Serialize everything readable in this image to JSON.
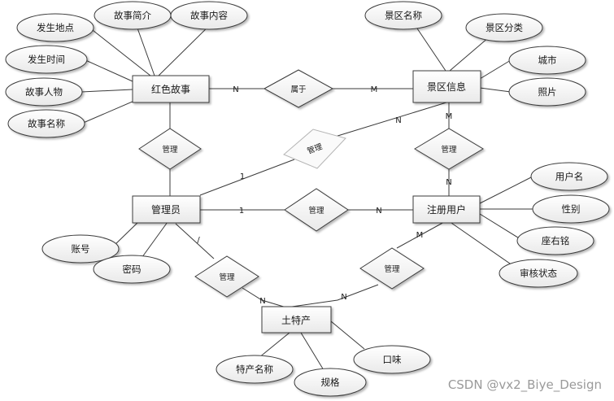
{
  "entities": {
    "red_story": "红色故事",
    "scenic_info": "景区信息",
    "admin": "管理员",
    "registered_user": "注册用户",
    "local_product": "土特产"
  },
  "attributes": {
    "story_intro": "故事简介",
    "story_content": "故事内容",
    "location": "发生地点",
    "time": "发生时间",
    "characters": "故事人物",
    "story_name": "故事名称",
    "scenic_name": "景区名称",
    "scenic_category": "景区分类",
    "city": "城市",
    "photo": "照片",
    "username": "用户名",
    "gender": "性别",
    "motto": "座右铭",
    "review_status": "审核状态",
    "account": "账号",
    "password": "密码",
    "product_name": "特产名称",
    "spec": "规格",
    "taste": "口味"
  },
  "relationships": {
    "belongs": "属于",
    "admin_story": "管理",
    "admin_scenic": "管理",
    "user_scenic": "管理",
    "admin_user": "管理",
    "admin_product": "管理",
    "user_product": "管理"
  },
  "cardinalities": {
    "N": "N",
    "M": "M",
    "one": "1",
    "one_alt": "/"
  },
  "watermark": "CSDN @vx2_Biye_Design"
}
